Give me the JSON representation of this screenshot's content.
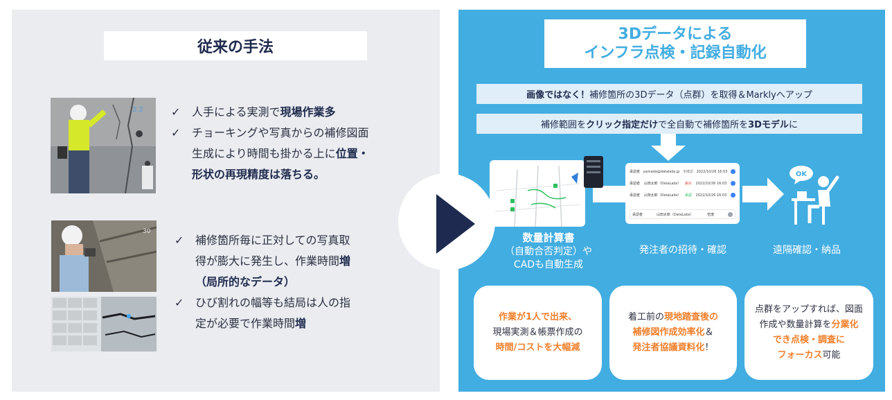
{
  "left": {
    "title": "従来の手法",
    "block1": {
      "item1": {
        "pre": "人手による実測で",
        "bold": "現場作業多"
      },
      "item2": {
        "line1": "チョーキングや写真からの補修図面",
        "line2_pre": "生成により時間も掛かる上に",
        "line2_bold": "位置・",
        "line3_bold": "形状の再現精度は落ちる。"
      }
    },
    "block2": {
      "item1": {
        "line1": "補修箇所毎に正対しての写真取",
        "line2_pre": "得が膨大に発生し、作業時間",
        "line2_bold": "増",
        "line3_bold": "（局所的なデータ）"
      },
      "item2": {
        "line1": "ひび割れの幅等も結局は人の指",
        "line2_pre": "定が必要で作業時間",
        "line2_bold": "増"
      }
    },
    "check_glyph": "✓"
  },
  "right": {
    "title_line1": "3Dデータによる",
    "title_line2": "インフラ点検・記録自動化",
    "bar1": {
      "bold": "画像ではなく！",
      "rest": "補修箇所の3Dデータ（点群）を取得＆Marklyへアップ"
    },
    "bar2": {
      "pre": "補修範囲を",
      "bold1": "クリック指定だけ",
      "mid": "で全自動で補修箇所を",
      "bold2": "3Dモデル",
      "post": "に"
    },
    "caption1": {
      "bold": "数量計算書",
      "line2": "（自動合否判定）や",
      "line3": "CADも自動生成"
    },
    "caption2": "発注者の招待・確認",
    "caption3": "遠隔確認・納品",
    "ok_label": "OK",
    "screen_rows": [
      {
        "label": "承認者",
        "name": "yamada@datalabs.jp",
        "status": "未確認",
        "date": "2022/10/26 16:03",
        "status_color": "#888888"
      },
      {
        "label": "承認者",
        "name": "山田太郎（DataLabs）",
        "status": "差戻",
        "date": "2022/10/26 16:03",
        "status_color": "#e05050"
      },
      {
        "label": "承認者",
        "name": "山田太郎（DataLabs）",
        "status": "承認",
        "date": "2022/10/26 16:03",
        "status_color": "#2fbf5f"
      },
      {
        "label": "承認者",
        "name": "山田太郎（DataLabs）",
        "status": "密度",
        "date": "",
        "status_color": "#888888"
      }
    ],
    "card1": {
      "line1": "作業が1人で出来、",
      "line2": "現場実測＆帳票作成の",
      "line3": "時間/コストを大幅減"
    },
    "card2": {
      "line1_pre": "着工前の",
      "line1_bold": "現地踏査後の",
      "line2": "補修図作成効率化",
      "line2_post": "＆",
      "line3_bold": "発注者協議資料化",
      "line3_post": "！"
    },
    "card3": {
      "line1": "点群をアップすれば、図面",
      "line2_pre": "作成や数量計算を",
      "line2_bold": "分業化",
      "line3": "でき点検・調査に",
      "line4_bold": "フォーカス",
      "line4_post": "可能"
    }
  },
  "colors": {
    "accent": "#42ade1",
    "navy": "#1e2a4f",
    "orange": "#f07f2a"
  }
}
